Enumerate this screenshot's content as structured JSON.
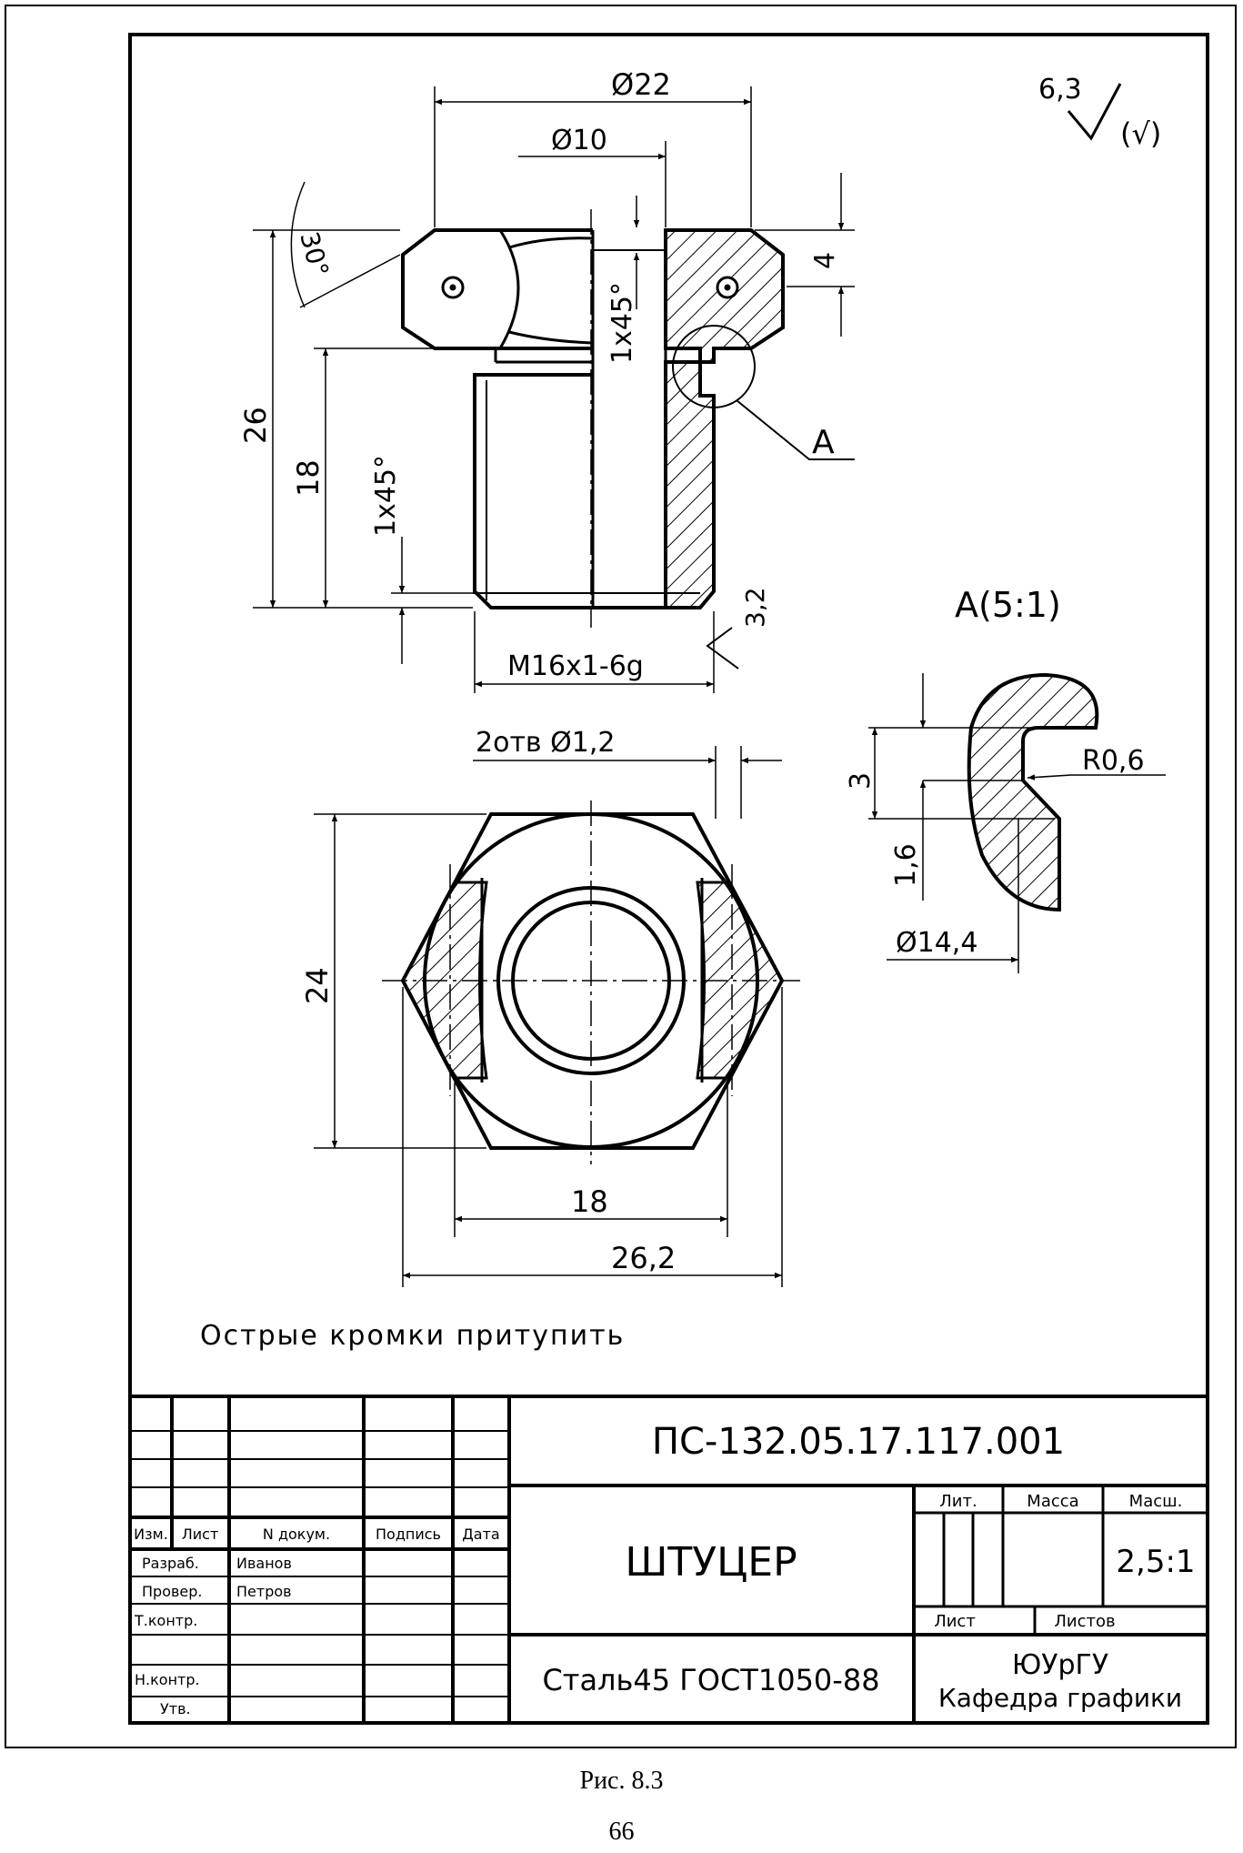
{
  "surface_roughness": {
    "value": "6,3",
    "suffix": "(√)"
  },
  "dimensions": {
    "d22": "Ø22",
    "d10": "Ø10",
    "h4": "4",
    "chamfer_top": "1x45°",
    "angle30": "30°",
    "h26": "26",
    "h18": "18",
    "chamfer_side": "1x45°",
    "thread": "M16x1-6g",
    "rough_thread": "3,2",
    "section_ref": "A",
    "holes": "2отв  Ø1,2",
    "h24": "24",
    "w18": "18",
    "w262": "26,2"
  },
  "detail": {
    "title": "A(5:1)",
    "d3": "3",
    "r06": "R0,6",
    "d16": "1,6",
    "d144": "Ø14,4"
  },
  "note": "Острые кромки притупить",
  "title_block": {
    "designation": "ПС-132.05.17.117.001",
    "part_name": "ШТУЦЕР",
    "material": "Сталь45  ГОСТ1050-88",
    "org": "ЮУрГУ",
    "dept": "Кафедра графики",
    "scale": "2,5:1",
    "headers": {
      "izm": "Изм.",
      "list": "Лист",
      "ndoc": "N докум.",
      "podpis": "Подпись",
      "data": "Дата",
      "lit": "Лит.",
      "massa": "Масса",
      "masht": "Масш.",
      "list2": "Лист",
      "listov": "Листов"
    },
    "roles": {
      "razrab": "Разраб.",
      "prover": "Провер.",
      "tkontr": "Т.контр.",
      "nkontr": "Н.контр.",
      "utv": "Утв."
    },
    "names": {
      "razrab": "Иванов",
      "prover": "Петров"
    }
  },
  "caption": "Рис. 8.3",
  "page_number": "66"
}
